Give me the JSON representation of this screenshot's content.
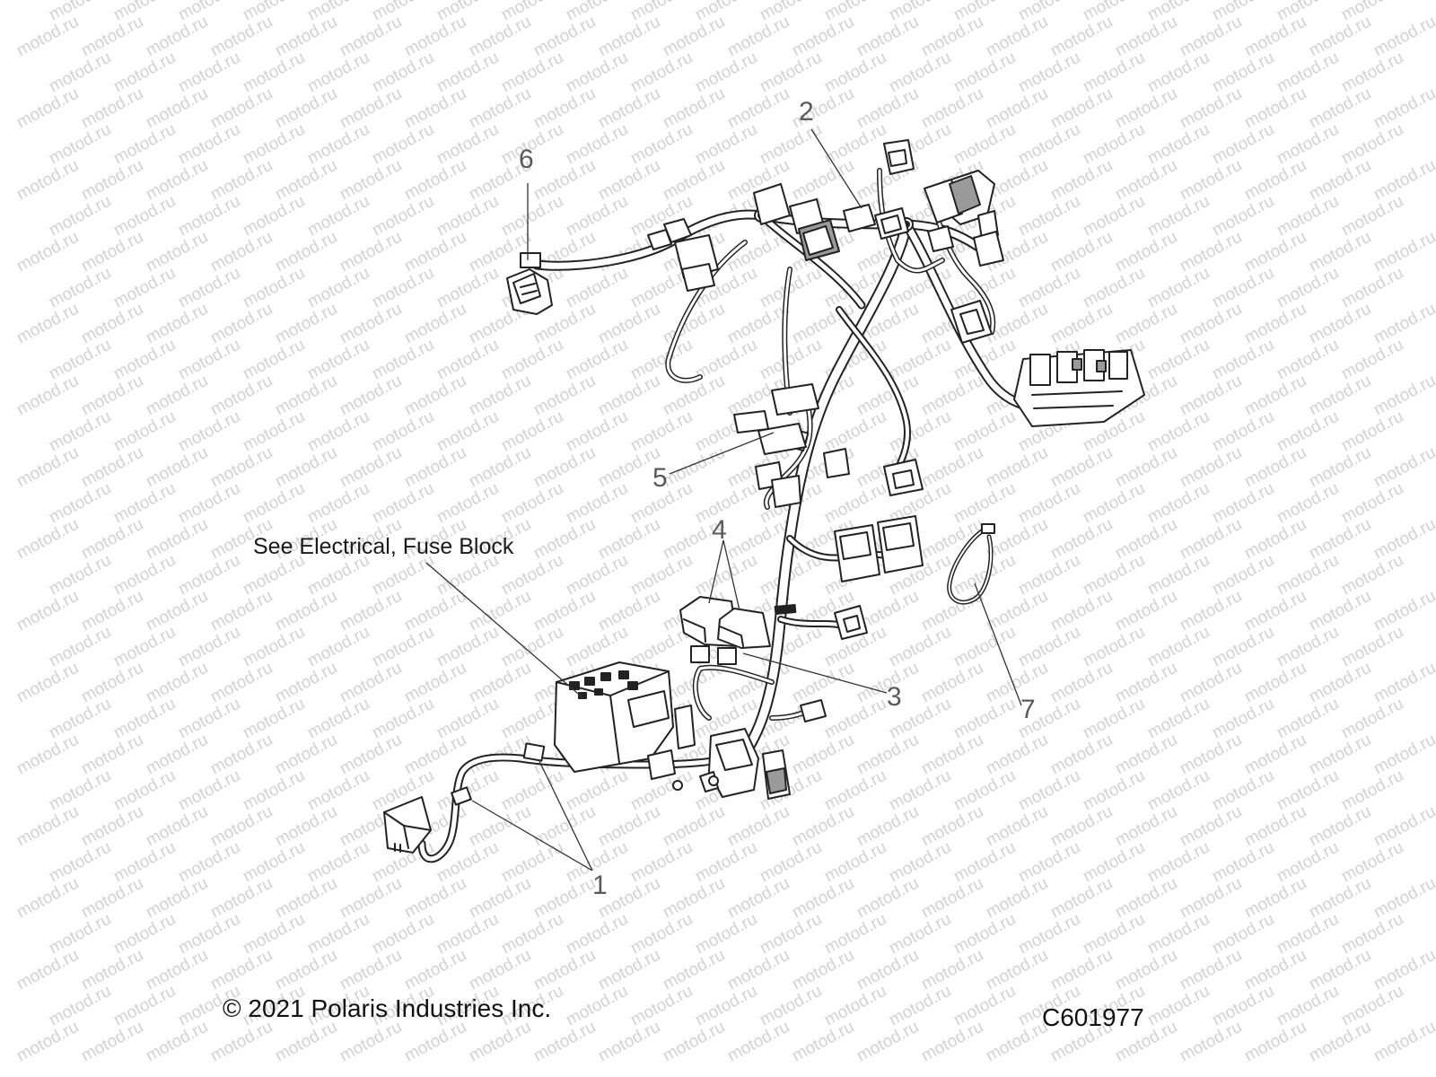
{
  "watermark": {
    "text": "motod.ru"
  },
  "callouts": [
    "1",
    "2",
    "3",
    "4",
    "5",
    "6",
    "7"
  ],
  "reference_note": "See Electrical, Fuse Block",
  "copyright": "© 2021 Polaris Industries Inc.",
  "diagram_code": "C601977",
  "colors": {
    "line": "#222222",
    "part_fill": "#ffffff",
    "shade": "#9a9a9a",
    "callout_text": "#5a5a5a",
    "watermark": "#d2d2d2"
  }
}
